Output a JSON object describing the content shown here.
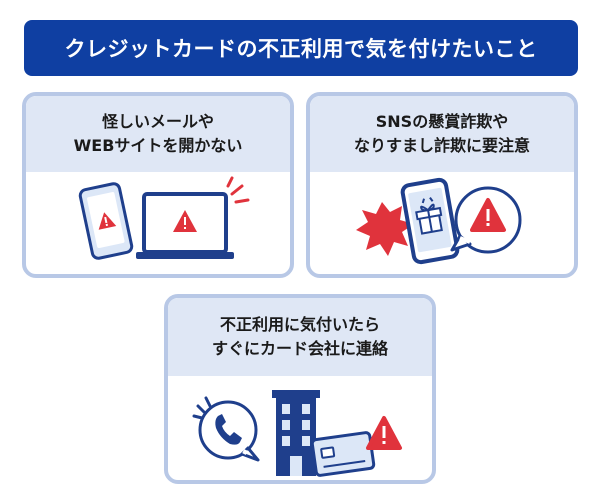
{
  "title": "クレジットカードの不正利用で気を付けたいこと",
  "cards": [
    {
      "line1": "怪しいメールや",
      "line2": "WEBサイトを開かない",
      "icons": [
        "smartphone-icon",
        "laptop-icon",
        "warning-icon"
      ]
    },
    {
      "line1": "SNSの懸賞詐欺や",
      "line2": "なりすまし詐欺に要注意",
      "icons": [
        "smartphone-icon",
        "gift-icon",
        "burst-icon",
        "warning-icon"
      ]
    },
    {
      "line1": "不正利用に気付いたら",
      "line2": "すぐにカード会社に連絡",
      "icons": [
        "phone-icon",
        "building-icon",
        "credit-card-icon",
        "warning-icon"
      ]
    }
  ],
  "colors": {
    "navy": "#0f3fa2",
    "card_border": "#b8c8e6",
    "card_header": "#dfe7f5",
    "alert_red": "#e0333c",
    "light_blue": "#dce7f7"
  }
}
